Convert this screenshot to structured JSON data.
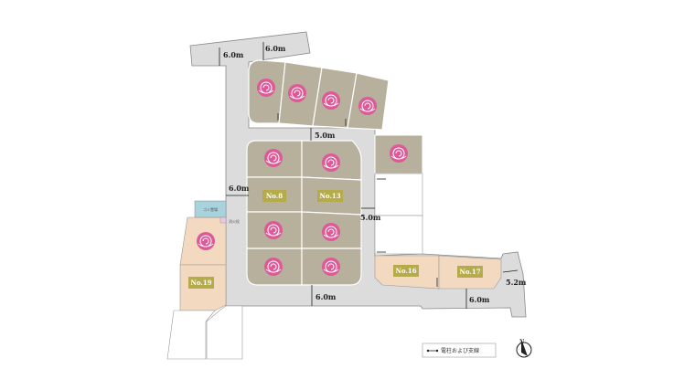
{
  "title": "区画図",
  "dimensions": {
    "top_left": "6.0m",
    "top_right": "6.0m",
    "middle": "5.0m",
    "left": "6.0m",
    "right": "5.0m",
    "bottom": "6.0m",
    "bottom_right": "6.0m",
    "far_right": "5.2m"
  },
  "lots": {
    "lot8": "No.8",
    "lot13": "No.13",
    "lot16": "No.16",
    "lot17": "No.17",
    "lot19": "No.19"
  },
  "facilities": {
    "garbage": "ゴミ置場",
    "hydrant": "消火栓"
  },
  "legend": {
    "utility_pole": "電柱および支線"
  },
  "colors": {
    "sold": "#b7b09c",
    "available": "#f2d9c0",
    "road": "#dcdcdc",
    "rose": "#dd5a97",
    "label_bg": "#b5ab4a",
    "garbage": "#a9d3dc"
  }
}
